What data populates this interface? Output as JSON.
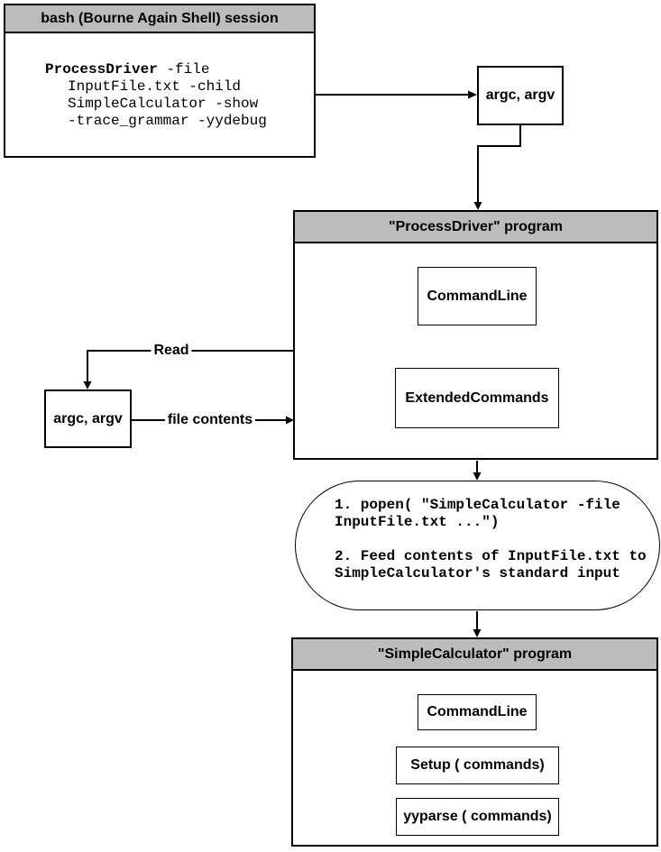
{
  "bash_box": {
    "title": "bash (Bourne Again Shell) session",
    "command": {
      "line1_bold": "ProcessDriver",
      "line1_rest": " -file",
      "line2": "InputFile.txt -child",
      "line3": "SimpleCalculator -show",
      "line4": "-trace_grammar -yydebug"
    }
  },
  "argv_top": {
    "label": "argc, argv"
  },
  "argv_left": {
    "label": "argc, argv"
  },
  "process_driver": {
    "title": "\"ProcessDriver\" program",
    "command_line_label": "CommandLine",
    "extended_commands_label": "ExtendedCommands"
  },
  "edge_labels": {
    "read": "Read",
    "file_contents": "file contents"
  },
  "popen_note": {
    "lines": [
      "1. popen( \"SimpleCalculator -file",
      "InputFile.txt ...\")",
      "",
      "2. Feed contents of InputFile.txt to",
      "SimpleCalculator's standard input"
    ]
  },
  "simple_calculator": {
    "title": "\"SimpleCalculator\" program",
    "command_line_label": "CommandLine",
    "setup_label": "Setup ( commands)",
    "yyparse_label": "yyparse ( commands)"
  },
  "colors": {
    "header_gray": "#bcbcbc",
    "line_black": "#000000",
    "background": "#ffffff"
  }
}
